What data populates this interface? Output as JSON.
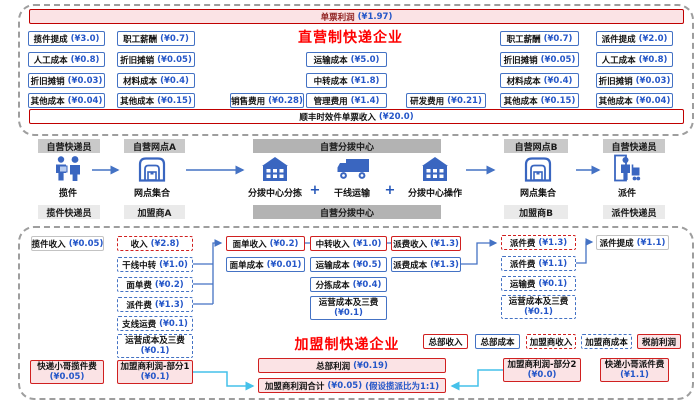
{
  "colors": {
    "blue_border": "#4472c4",
    "blue_value_text": "#2456c8",
    "red_border": "#d02020",
    "dark_red_border": "#c00000",
    "bright_red_title": "#fe0000",
    "pink_fill": "#fbe3e5",
    "cyan_arrow": "#45c1ea",
    "gray_dark_band": "#b3b3b3",
    "gray_mid_band": "#c9c9c9",
    "gray_light_band": "#eaeaea"
  },
  "direct": {
    "profit_bar": {
      "label": "单票利润",
      "value": "(¥1.97)"
    },
    "title": "直营制快递企业",
    "income_bar": {
      "label": "顺丰时效件单票收入",
      "value": "(¥20.0)"
    },
    "pickup_costs": [
      {
        "label": "揽件提成",
        "value": "(¥3.0)"
      },
      {
        "label": "人工成本",
        "value": "(¥0.8)"
      },
      {
        "label": "折旧摊销",
        "value": "(¥0.03)"
      },
      {
        "label": "其他成本",
        "value": "(¥0.04)"
      }
    ],
    "outlet_a_costs": [
      {
        "label": "职工薪酬",
        "value": "(¥0.7)"
      },
      {
        "label": "折旧摊销",
        "value": "(¥0.05)"
      },
      {
        "label": "材料成本",
        "value": "(¥0.4)"
      },
      {
        "label": "其他成本",
        "value": "(¥0.15)"
      }
    ],
    "central_costs": [
      {
        "label": "运输成本",
        "value": "(¥5.0)"
      },
      {
        "label": "中转成本",
        "value": "(¥1.8)"
      },
      {
        "label": "管理费用",
        "value": "(¥1.4)"
      }
    ],
    "sales_expense": {
      "label": "销售费用",
      "value": "(¥0.28)"
    },
    "rnd_expense": {
      "label": "研发费用",
      "value": "(¥0.21)"
    },
    "outlet_b_costs": [
      {
        "label": "职工薪酬",
        "value": "(¥0.7)"
      },
      {
        "label": "折旧摊销",
        "value": "(¥0.05)"
      },
      {
        "label": "材料成本",
        "value": "(¥0.4)"
      },
      {
        "label": "其他成本",
        "value": "(¥0.15)"
      }
    ],
    "delivery_costs": [
      {
        "label": "派件提成",
        "value": "(¥2.0)"
      },
      {
        "label": "人工成本",
        "value": "(¥0.8)"
      },
      {
        "label": "折旧摊销",
        "value": "(¥0.03)"
      },
      {
        "label": "其他成本",
        "value": "(¥0.04)"
      }
    ]
  },
  "flow": {
    "top_labels": [
      "自营快递员",
      "自营网点A",
      "自营分拨中心",
      "自营网点B",
      "自营快递员"
    ],
    "bottom_labels": [
      "揽件快递员",
      "加盟商A",
      "自营分拨中心",
      "加盟商B",
      "派件快递员"
    ],
    "steps": [
      "揽件",
      "网点集合",
      "分拨中心分拣",
      "干线运输",
      "分拨中心操作",
      "网点集合",
      "派件"
    ],
    "icons": [
      "pickup-couriers-icon",
      "outlet-warehouse-icon",
      "sorting-center-icon",
      "trunk-truck-icon",
      "sorting-center-icon",
      "outlet-warehouse-icon",
      "delivery-courier-icon"
    ],
    "plus": "+"
  },
  "franchise": {
    "title": "加盟制快递企业",
    "pickup_income": {
      "label": "揽件收入",
      "value": "(¥0.05)"
    },
    "fa_income": {
      "label": "收入",
      "value": "(¥2.8)"
    },
    "fa_costs": [
      {
        "label": "干线中转",
        "value": "(¥1.0)"
      },
      {
        "label": "面单费",
        "value": "(¥0.2)"
      },
      {
        "label": "派件费",
        "value": "(¥1.3)"
      },
      {
        "label": "支线运费",
        "value": "(¥0.1)"
      }
    ],
    "fa_opex": {
      "label": "运营成本及三费",
      "value": "(¥0.1)"
    },
    "fa_profit1": {
      "label": "加盟商利润-部分1",
      "value": "(¥0.1)"
    },
    "courier_pickup_fee": {
      "label": "快递小哥揽件费",
      "value": "(¥0.05)"
    },
    "hq_incomes": [
      {
        "label": "面单收入",
        "value": "(¥0.2)"
      },
      {
        "label": "中转收入",
        "value": "(¥1.0)"
      },
      {
        "label": "派费收入",
        "value": "(¥1.3)"
      }
    ],
    "hq_sheet_cost": {
      "label": "面单成本",
      "value": "(¥0.01)"
    },
    "hq_transport_cost": {
      "label": "运输成本",
      "value": "(¥0.5)"
    },
    "hq_sorting_cost": {
      "label": "分拣成本",
      "value": "(¥0.4)"
    },
    "hq_opex": {
      "label": "运营成本及三费",
      "value": "(¥0.1)"
    },
    "hq_dispatch_cost": {
      "label": "派费成本",
      "value": "(¥1.3)"
    },
    "fb_income": {
      "label": "派件费",
      "value": "(¥1.3)"
    },
    "fb_delivery_cost": {
      "label": "派件费",
      "value": "(¥1.1)"
    },
    "fb_transport_cost": {
      "label": "运输费",
      "value": "(¥0.1)"
    },
    "fb_opex": {
      "label": "运营成本及三费",
      "value": "(¥0.1)"
    },
    "delivery_commission": {
      "label": "派件提成",
      "value": "(¥1.1)"
    },
    "fb_profit2": {
      "label": "加盟商利润-部分2",
      "value": "(¥0.0)"
    },
    "courier_delivery_fee": {
      "label": "快递小哥派件费",
      "value": "(¥1.1)"
    },
    "legend": [
      {
        "label": "总部收入"
      },
      {
        "label": "总部成本"
      },
      {
        "label": "加盟商收入"
      },
      {
        "label": "加盟商成本"
      },
      {
        "label": "税前利润"
      }
    ],
    "hq_profit_bar": {
      "label": "总部利润",
      "value": "(¥0.19)"
    },
    "franchisee_total_bar": {
      "label": "加盟商利润合计",
      "value": "(¥0.05)",
      "note": "(假设揽派比为1:1)"
    }
  }
}
